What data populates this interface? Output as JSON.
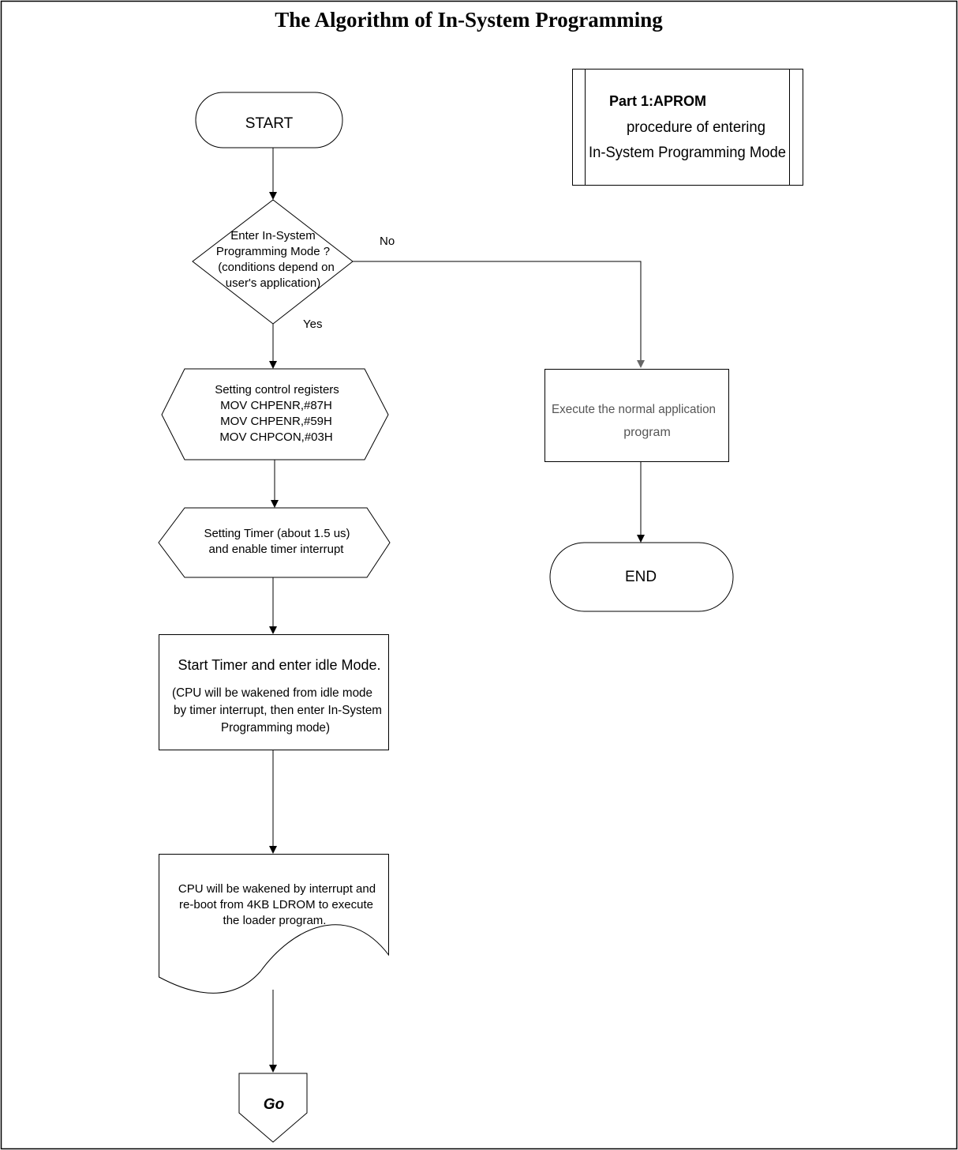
{
  "title": "The Algorithm of In-System Programming",
  "part_box": {
    "heading": "Part 1:APROM",
    "line1": "procedure of entering",
    "line2": "In-System Programming Mode"
  },
  "start": "START",
  "decision": {
    "lines": [
      "Enter In-System",
      "Programming Mode ?",
      "(conditions depend on",
      "user's application)"
    ],
    "no_label": "No",
    "yes_label": "Yes"
  },
  "registers": {
    "lines": [
      "Setting control registers",
      "MOV CHPENR,#87H",
      "MOV CHPENR,#59H",
      "MOV CHPCON,#03H"
    ]
  },
  "timer": {
    "lines": [
      "Setting Timer (about 1.5 us)",
      "and enable timer interrupt"
    ]
  },
  "idle": {
    "heading": "Start Timer and enter idle Mode.",
    "lines": [
      "(CPU will be wakened from idle mode",
      "by timer interrupt, then enter In-System",
      "Programming mode)"
    ]
  },
  "document": {
    "lines": [
      "CPU will be wakened by interrupt and",
      "re-boot from 4KB LDROM to execute",
      "the loader program."
    ]
  },
  "go": "Go",
  "normal": {
    "lines": [
      "Execute the normal application",
      "program"
    ]
  },
  "end": "END"
}
